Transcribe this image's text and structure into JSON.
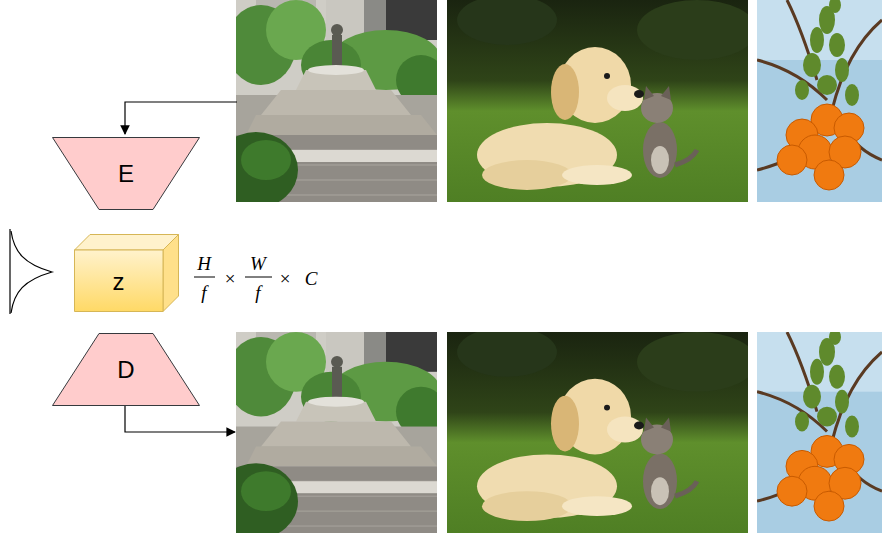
{
  "diagram": {
    "nodes": [
      {
        "text": [
          "E"
        ]
      },
      {
        "text": [
          "z"
        ]
      },
      {
        "text": [
          "D"
        ]
      }
    ],
    "labels": [
      "H",
      "f",
      "×",
      "W",
      "f",
      "×",
      "C"
    ]
  }
}
